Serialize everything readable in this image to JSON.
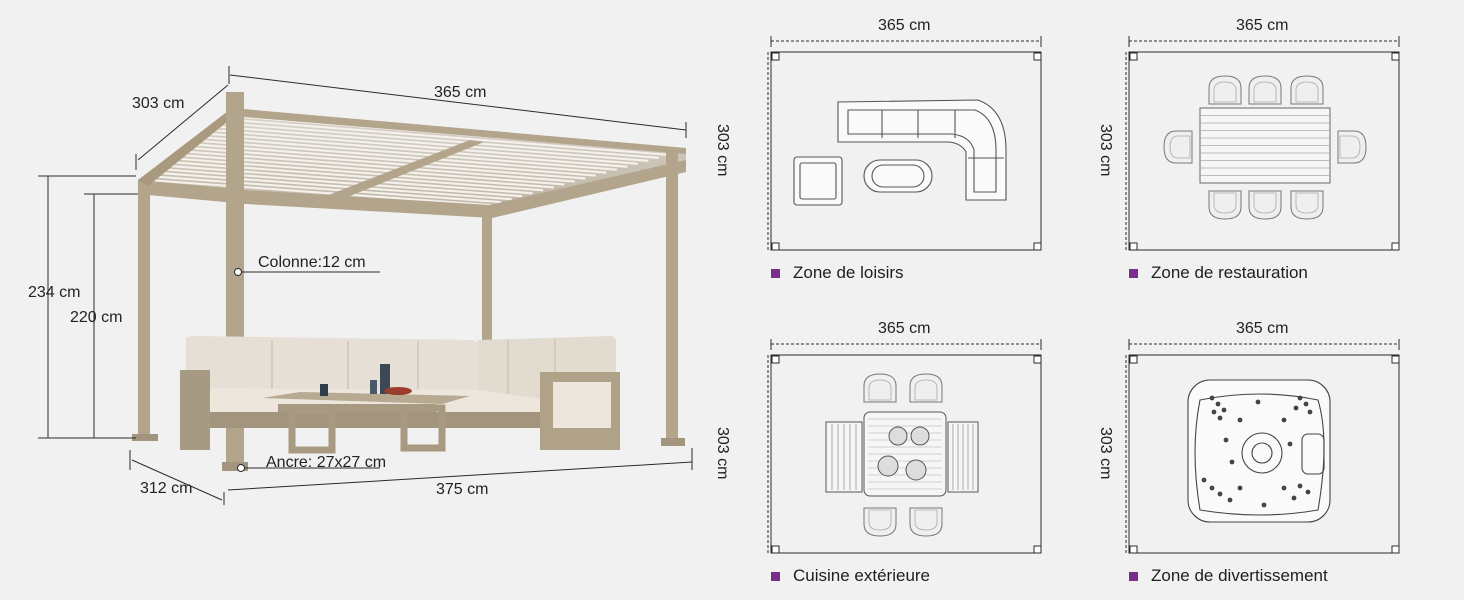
{
  "pergola": {
    "depth_top": "303 cm",
    "width_top": "365 cm",
    "height_outer": "234 cm",
    "height_inner": "220 cm",
    "column_label": "Colonne:12 cm",
    "anchor_label": "Ancre: 27x27 cm",
    "depth_bottom": "312 cm",
    "width_bottom": "375 cm"
  },
  "zones": [
    {
      "width": "365 cm",
      "height": "303 cm",
      "label": "Zone de loisirs",
      "icon": "sofa-lounge-icon"
    },
    {
      "width": "365 cm",
      "height": "303 cm",
      "label": "Zone de restauration",
      "icon": "dining-table-icon"
    },
    {
      "width": "365 cm",
      "height": "303 cm",
      "label": "Cuisine extérieure",
      "icon": "grill-icon"
    },
    {
      "width": "365 cm",
      "height": "303 cm",
      "label": "Zone de divertissement",
      "icon": "hot-tub-icon"
    }
  ],
  "colors": {
    "background": "#f1f1f1",
    "frame": "#b3a48c",
    "legend_marker": "#7b2d8e",
    "cushion": "#e6dfd5"
  }
}
